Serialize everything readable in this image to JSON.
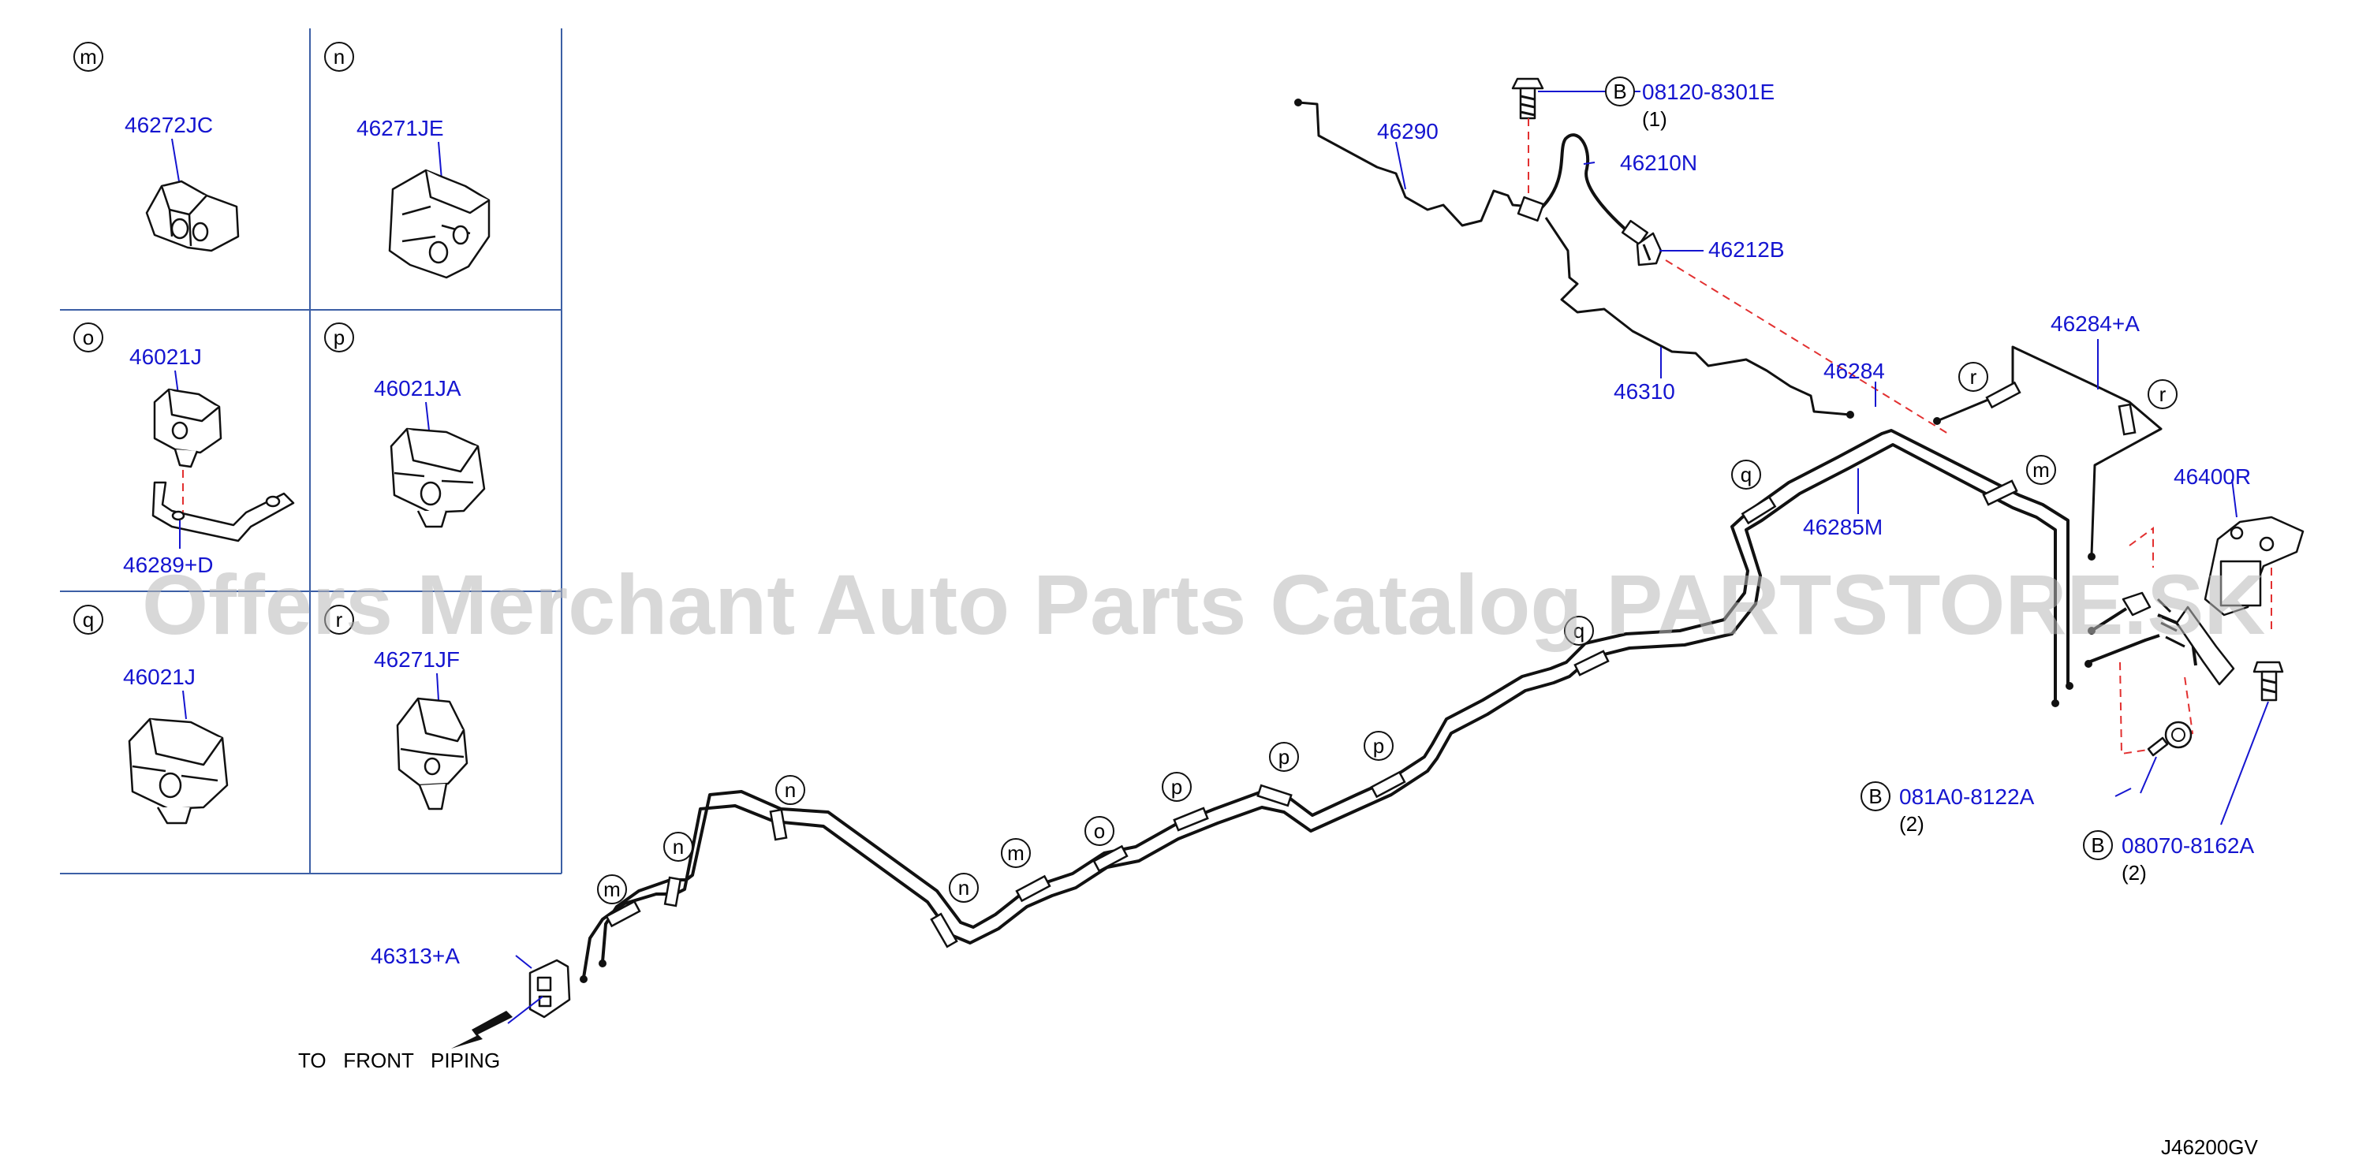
{
  "watermark": "Offers Merchant Auto Parts Catalog PARTSTORE.SK",
  "diagram_code": "J46200GV",
  "front_piping_label": "TO   FRONT   PIPING",
  "inset_panels": [
    {
      "letter": "m",
      "part": "46272JC"
    },
    {
      "letter": "n",
      "part": "46271JE"
    },
    {
      "letter": "o",
      "part": "46021J",
      "part2": "46289+D"
    },
    {
      "letter": "p",
      "part": "46021JA"
    },
    {
      "letter": "q",
      "part": "46021J"
    },
    {
      "letter": "r",
      "part": "46271JF"
    }
  ],
  "callouts": {
    "p46290": "46290",
    "p46210N": "46210N",
    "p46212B": "46212B",
    "p46310": "46310",
    "p46284": "46284",
    "p46284A": "46284+A",
    "p46285M": "46285M",
    "p46400R": "46400R",
    "p46313A": "46313+A"
  },
  "bolts": [
    {
      "marker": "B",
      "part": "08120-8301E",
      "qty": "(1)"
    },
    {
      "marker": "B",
      "part": "081A0-8122A",
      "qty": "(2)"
    },
    {
      "marker": "B",
      "part": "08070-8162A",
      "qty": "(2)"
    }
  ],
  "clip_markers": {
    "c1": "m",
    "c2": "n",
    "c3": "n",
    "c4": "n",
    "c5": "m",
    "c6": "o",
    "c7": "p",
    "c8": "p",
    "c9": "p",
    "c10": "q",
    "c11": "q",
    "c12": "m",
    "c13": "r",
    "c14": "r"
  }
}
